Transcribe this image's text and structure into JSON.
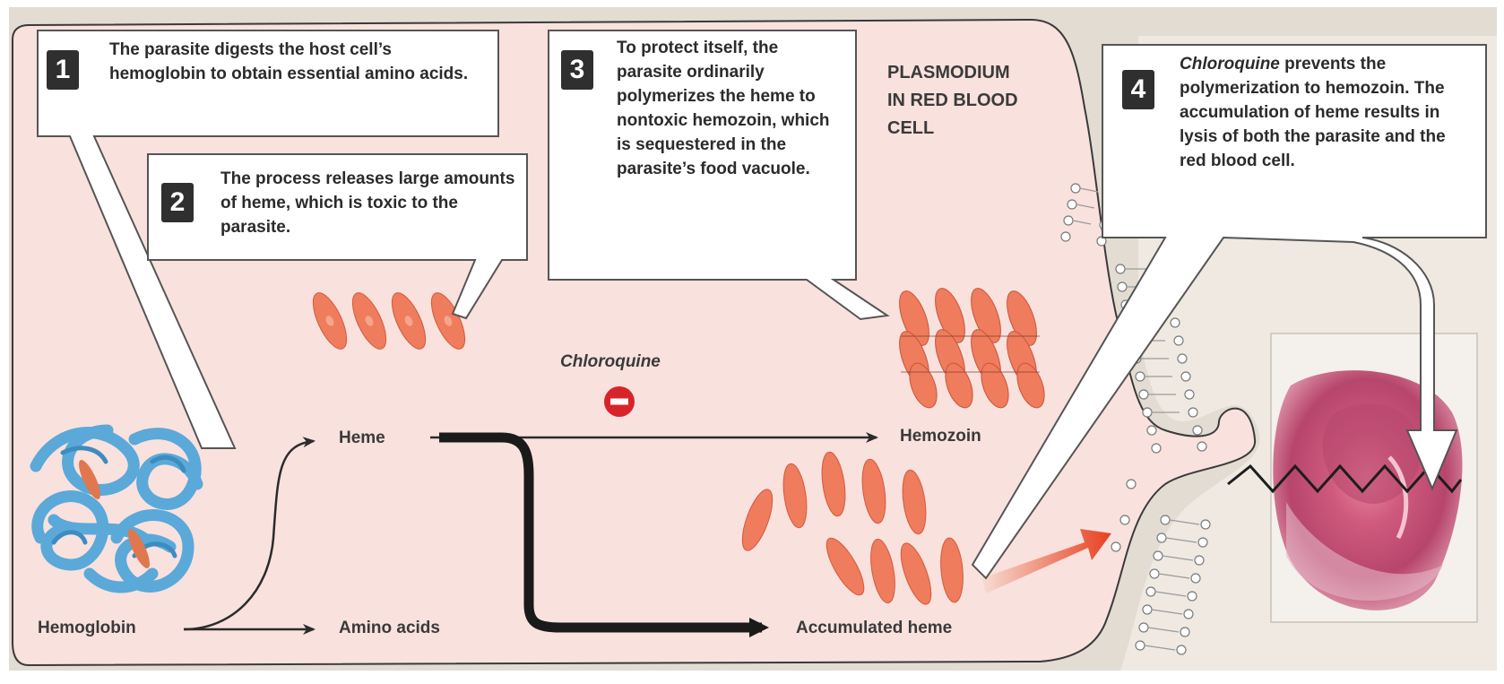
{
  "callouts": {
    "c1": {
      "num": "1",
      "text": "The parasite digests the host cell’s hemoglobin to obtain essential amino acids."
    },
    "c2": {
      "num": "2",
      "text": "The process releases large amounts of  heme, which is toxic to the parasite."
    },
    "c3": {
      "num": "3",
      "text": "To protect itself, the parasite ordinarily polymerizes the heme to nontoxic hemozoin, which is sequestered in the parasite’s food vacuole."
    },
    "c4": {
      "num": "4",
      "drug": "Chloroquine",
      "text": " prevents the polymerization to hemozoin. The accumulation of heme results in lysis of both the parasite and the red blood cell."
    }
  },
  "labels": {
    "title_line1": "PLASMODIUM",
    "title_line2": "IN RED BLOOD",
    "title_line3": "CELL",
    "hemoglobin": "Hemoglobin",
    "heme": "Heme",
    "amino_acids": "Amino acids",
    "hemozoin": "Hemozoin",
    "chloroquine": "Chloroquine",
    "accumulated_heme": "Accumulated heme"
  },
  "colors": {
    "cell_fill": "#f9e1de",
    "background": "#e2dcd3",
    "heme_fill": "#ef7c5c",
    "hemoglobin_blue": "#5aa9d9",
    "inhibitor_red": "#d6242a",
    "rbc_pink": "#c95a7f"
  },
  "icons": {
    "inhibitor": "minus-circle-icon"
  }
}
